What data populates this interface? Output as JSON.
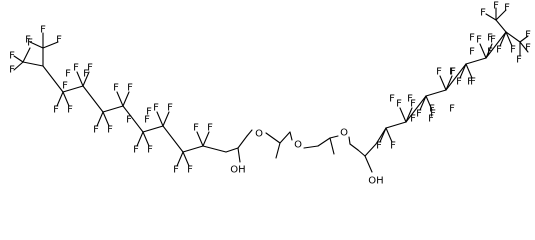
{
  "molecule": {
    "atom_labels": {
      "fluorine": "F",
      "oxygen": "O",
      "hydroxyl": "OH"
    }
  },
  "colors": {
    "background": "#ffffff",
    "ink": "#000000"
  }
}
